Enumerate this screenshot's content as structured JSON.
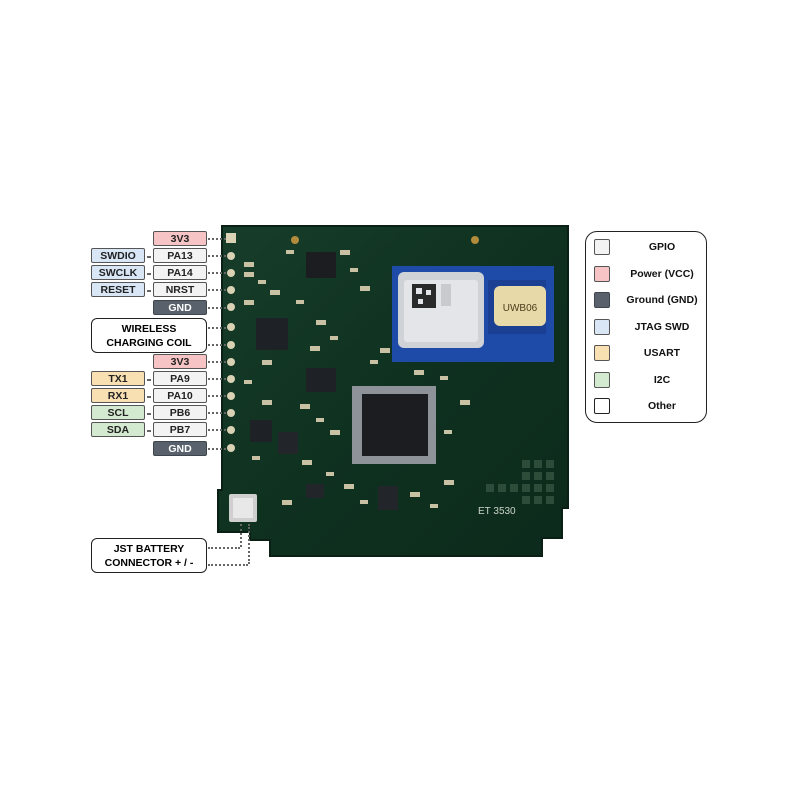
{
  "pins": {
    "p1": "3V3",
    "p2": "PA13",
    "p3": "PA14",
    "p4": "NRST",
    "p5": "GND",
    "p6": "3V3",
    "p7": "PA9",
    "p8": "PA10",
    "p9": "PB6",
    "p10": "PB7",
    "p11": "GND"
  },
  "functions": {
    "swdio": "SWDIO",
    "swclk": "SWCLK",
    "reset": "RESET",
    "tx1": "TX1",
    "rx1": "RX1",
    "scl": "SCL",
    "sda": "SDA"
  },
  "notes": {
    "wireless_1": "WIRELESS",
    "wireless_2": "CHARGING COIL",
    "jst_1": "JST BATTERY",
    "jst_2": "CONNECTOR + / -"
  },
  "board": {
    "module_text": "UWB06",
    "silk_text": "ET 3530"
  },
  "legend": {
    "items": [
      {
        "label": "GPIO",
        "color": "#f3f3f3"
      },
      {
        "label": "Power (VCC)",
        "color": "#f6c4c4"
      },
      {
        "label": "Ground (GND)",
        "color": "#59626c"
      },
      {
        "label": "JTAG SWD",
        "color": "#d8e6f6"
      },
      {
        "label": "USART",
        "color": "#f8e0b3"
      },
      {
        "label": "I2C",
        "color": "#d4ead0"
      },
      {
        "label": "Other",
        "color": "#ffffff"
      }
    ]
  }
}
